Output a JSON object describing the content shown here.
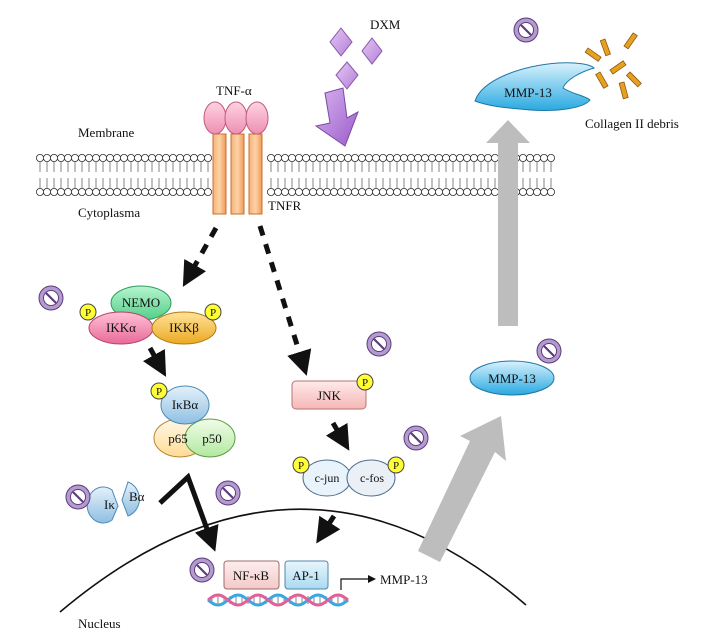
{
  "labels": {
    "dxm": "DXM",
    "tnf_alpha": "TNF-α",
    "membrane": "Membrane",
    "cytoplasma": "Cytoplasma",
    "tnfr": "TNFR",
    "nemo": "NEMO",
    "ikk_alpha": "IKKα",
    "ikk_beta": "IKKβ",
    "ikb_alpha": "IκBα",
    "p65": "p65",
    "p50": "p50",
    "ik_fragment": "Iκ",
    "balpha_fragment": "Bα",
    "jnk": "JNK",
    "c_jun": "c-jun",
    "c_fos": "c-fos",
    "nf_kb": "NF-κB",
    "ap1": "AP-1",
    "mmp13_gene": "MMP-13",
    "mmp13_cyto": "MMP-13",
    "mmp13_extra": "MMP-13",
    "collagen": "Collagen  II debris",
    "nucleus": "Nucleus",
    "phospho": "P"
  },
  "colors": {
    "tnf_ball": "#f4a3c0",
    "receptor": "#f0a060",
    "dxm": "#c89ae0",
    "nemo": "#7ee0a8",
    "ikk_alpha": "#f08fb0",
    "ikk_beta": "#f2c14a",
    "phospho": "#ffff33",
    "ikb": "#a8cde8",
    "p65": "#ffe9b8",
    "p50": "#c8f0b8",
    "jnk": "#f9d0cf",
    "mmp13": "#3fb5e6",
    "collagen": "#e8a020",
    "inhibit": "#9b76b8",
    "gray_arrow": "#bcbcbc"
  },
  "icons": [
    "inhibition-icon",
    "phosphate-icon",
    "dxm-molecule-icon"
  ]
}
